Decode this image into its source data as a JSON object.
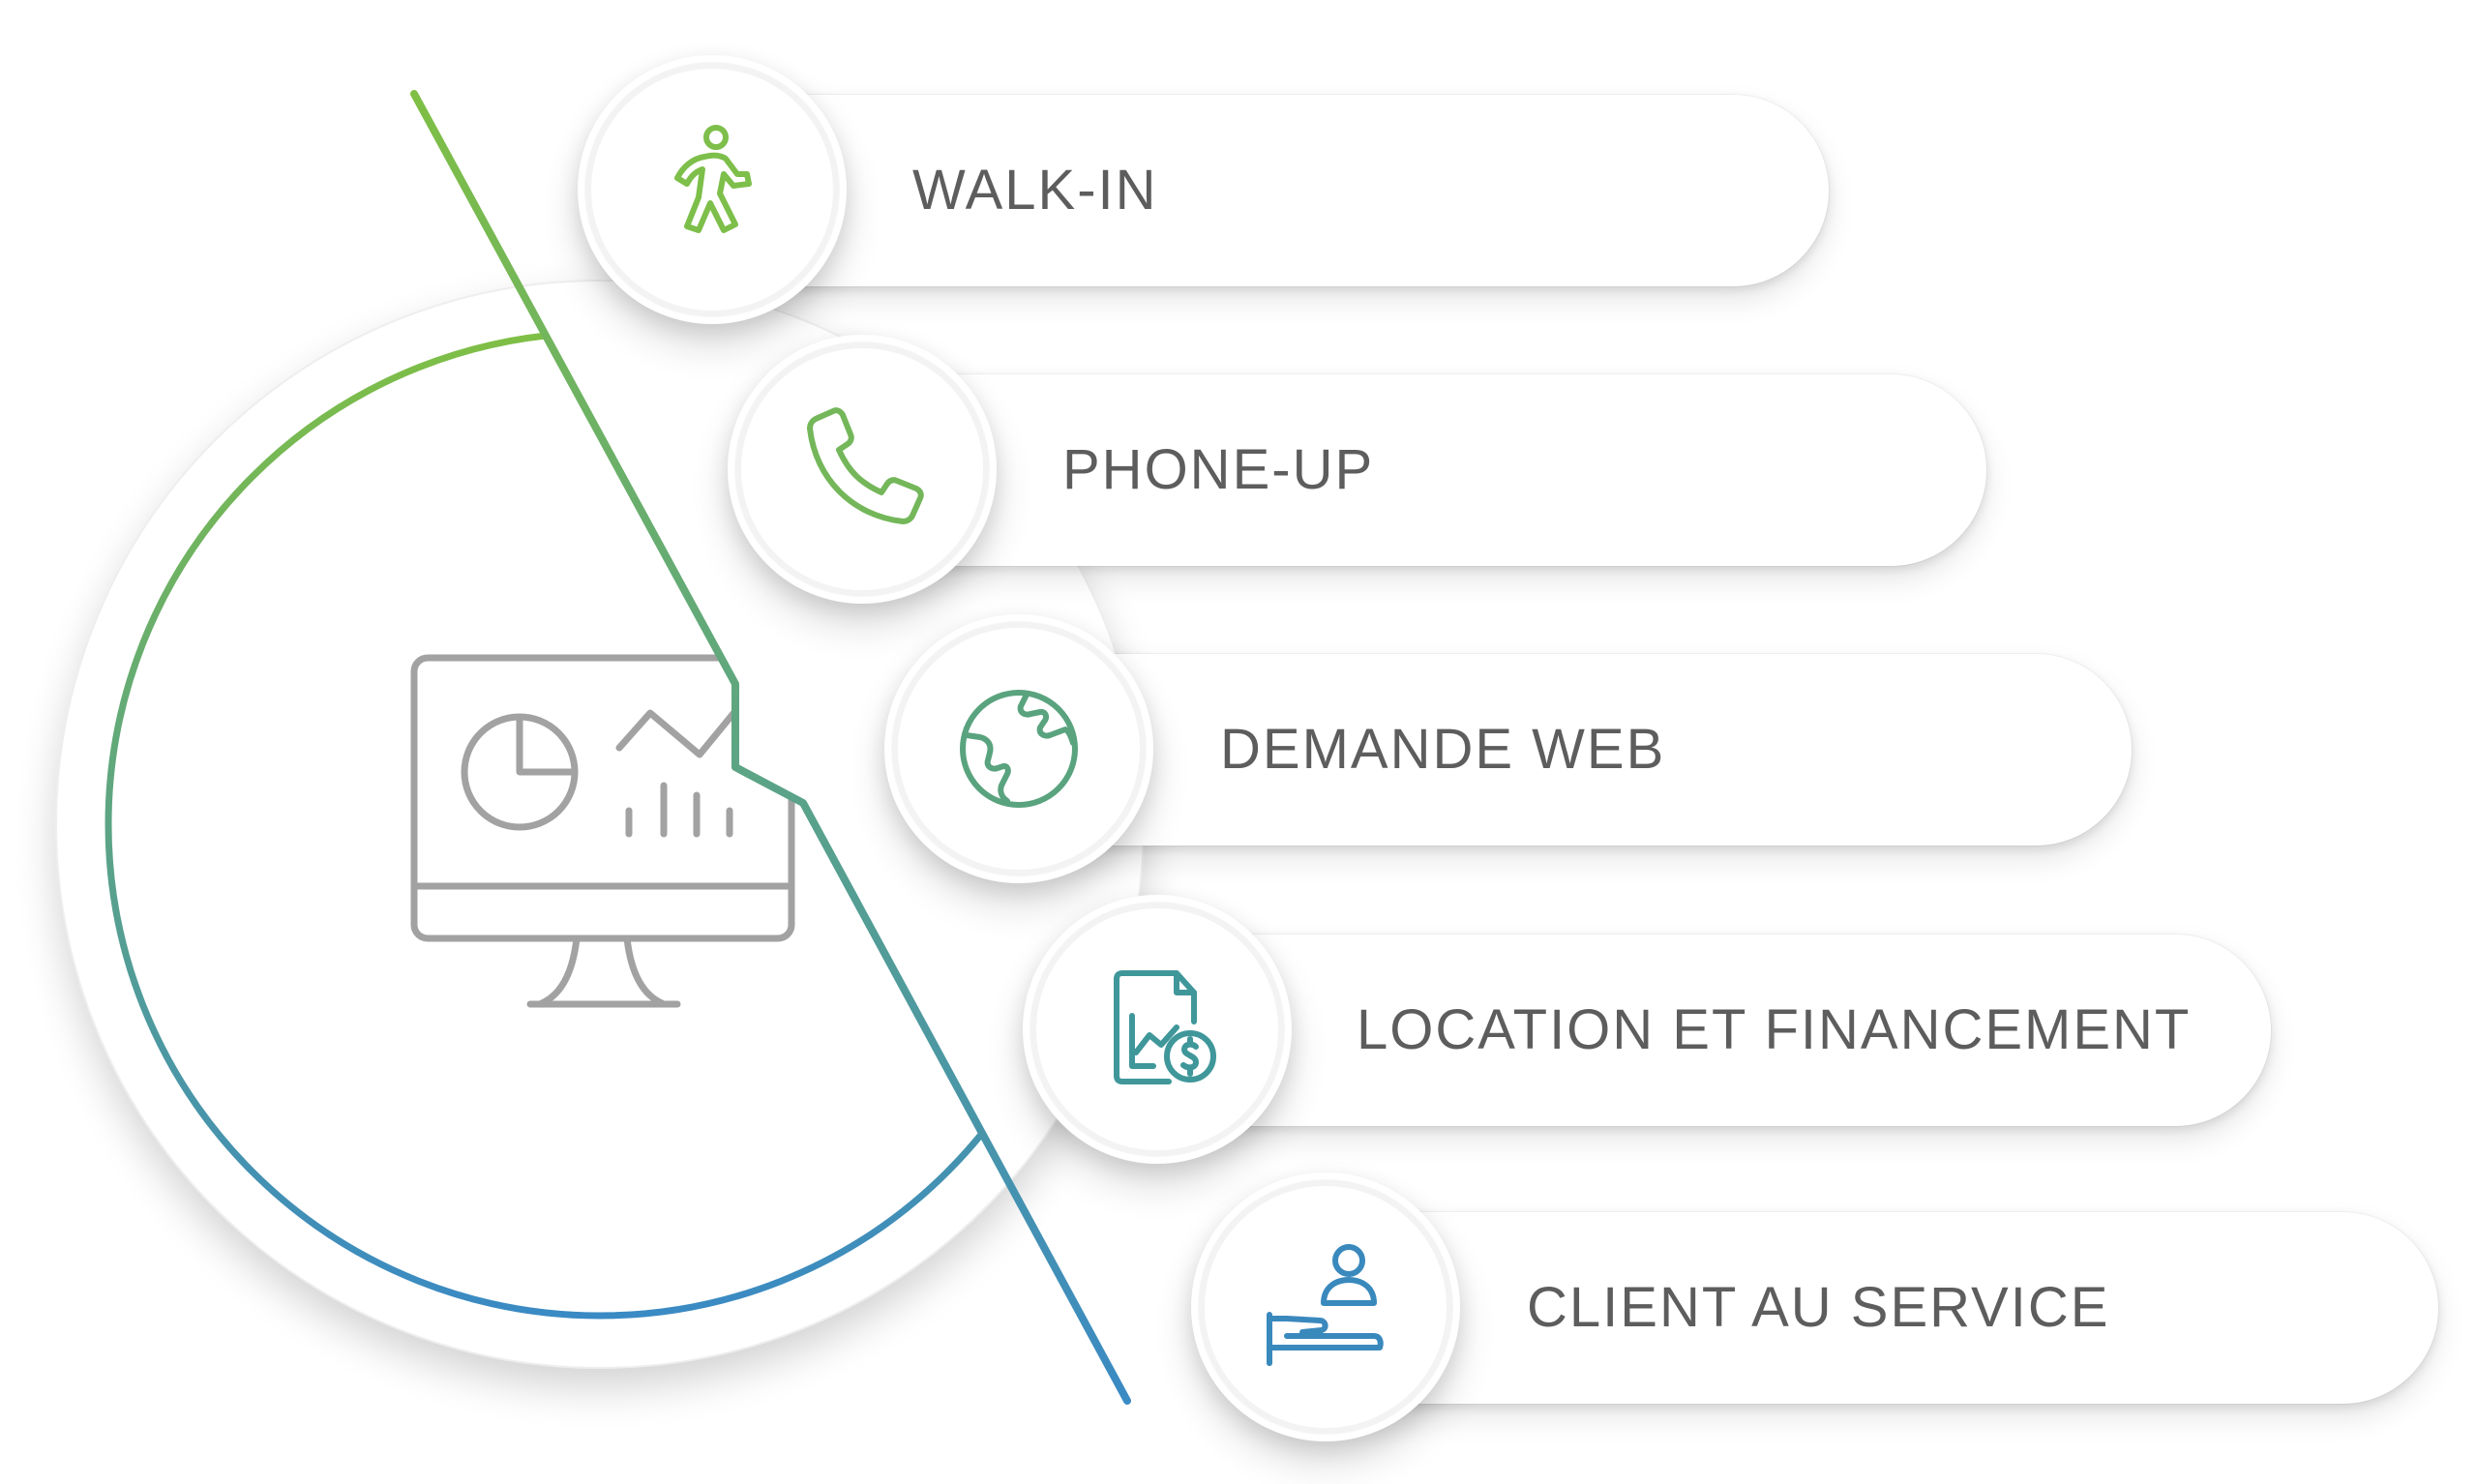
{
  "items": [
    {
      "label": "WALK-IN",
      "icon": "walking-person-icon",
      "color": "#7dbf4a"
    },
    {
      "label": "PHONE-UP",
      "icon": "phone-icon",
      "color": "#74b75a"
    },
    {
      "label": "DEMANDE WEB",
      "icon": "globe-icon",
      "color": "#5aa37f"
    },
    {
      "label": "LOCATION ET FINANCEMENT",
      "icon": "financing-document-icon",
      "color": "#3f979a"
    },
    {
      "label": "CLIENT AU SERVICE",
      "icon": "service-client-icon",
      "color": "#3a89bd"
    }
  ],
  "hub": {
    "icon": "dashboard-monitor-icon",
    "gradient_top": "#7fbf45",
    "gradient_bottom": "#3a8ac4",
    "icon_color": "#a2a2a2"
  }
}
